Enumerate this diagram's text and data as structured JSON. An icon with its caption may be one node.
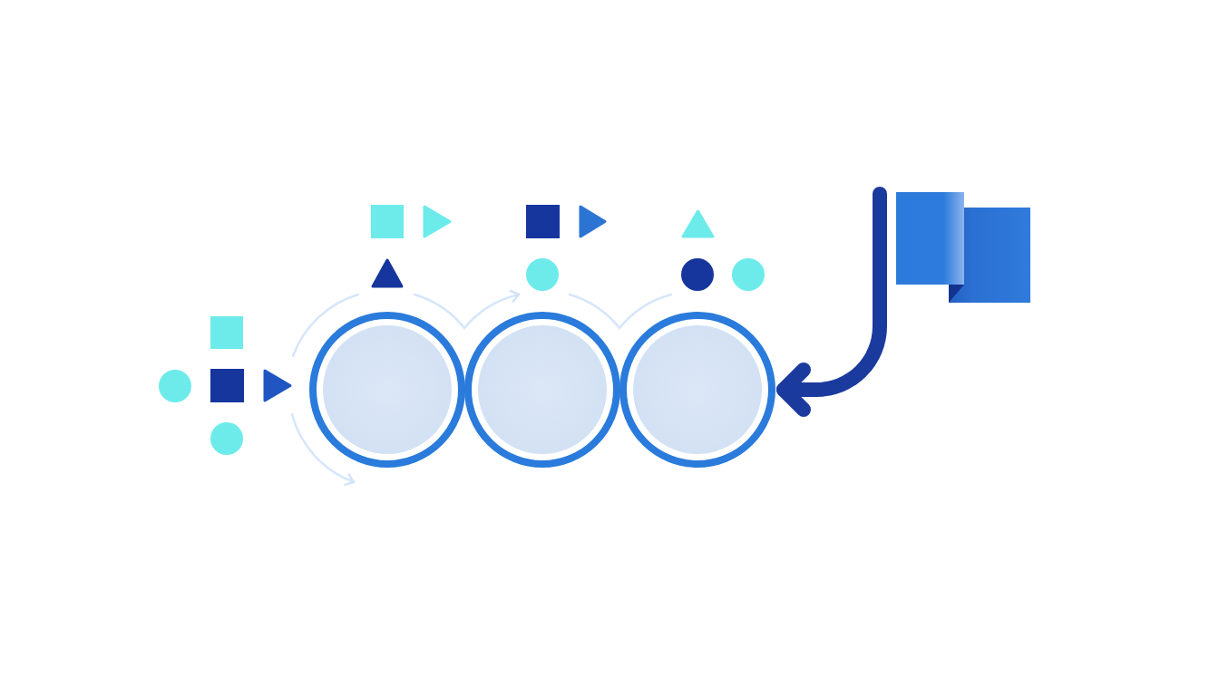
{
  "diagram": {
    "nodes": [
      {
        "text": [],
        "shape": "circle"
      },
      {
        "text": [],
        "shape": "circle"
      },
      {
        "text": [],
        "shape": "circle"
      },
      {
        "text": [],
        "shape": "flag"
      }
    ],
    "edges": [
      {
        "from": 3,
        "to": 2,
        "arrow": "to"
      }
    ]
  }
}
